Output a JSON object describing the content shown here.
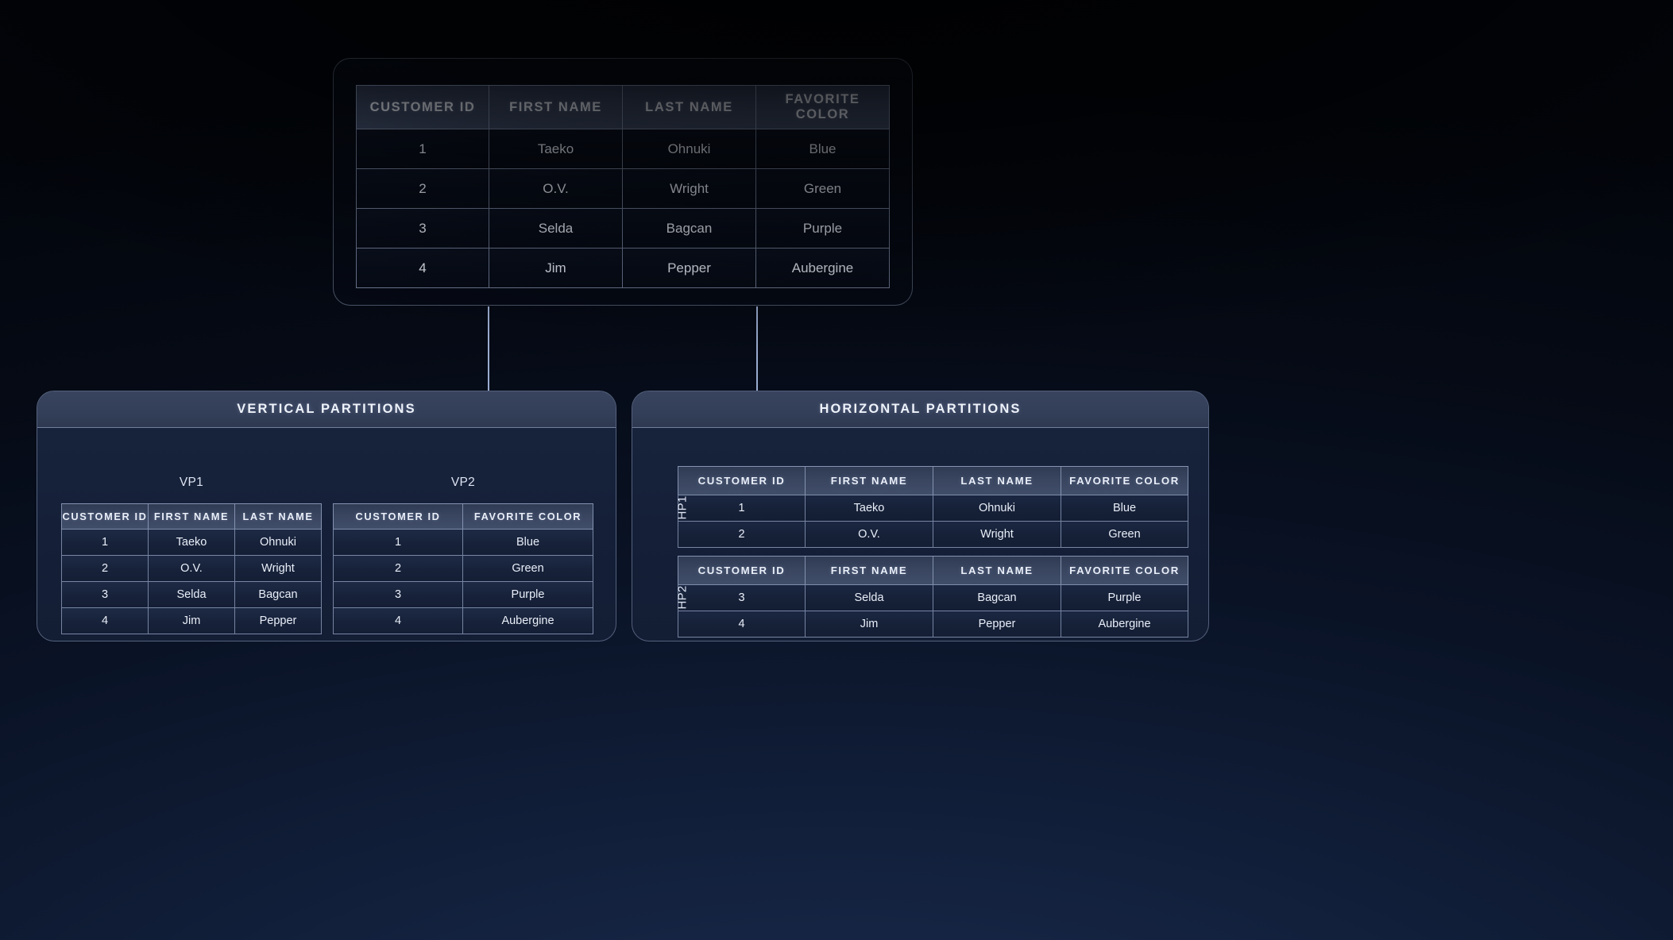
{
  "diagram": {
    "columns": [
      "CUSTOMER ID",
      "FIRST NAME",
      "LAST NAME",
      "FAVORITE COLOR"
    ],
    "source_table": {
      "headers": [
        "CUSTOMER ID",
        "FIRST NAME",
        "LAST NAME",
        "FAVORITE COLOR"
      ],
      "rows": [
        [
          "1",
          "Taeko",
          "Ohnuki",
          "Blue"
        ],
        [
          "2",
          "O.V.",
          "Wright",
          "Green"
        ],
        [
          "3",
          "Selda",
          "Bagcan",
          "Purple"
        ],
        [
          "4",
          "Jim",
          "Pepper",
          "Aubergine"
        ]
      ]
    },
    "vertical": {
      "title": "VERTICAL PARTITIONS",
      "partitions": [
        {
          "name": "VP1",
          "headers": [
            "CUSTOMER ID",
            "FIRST NAME",
            "LAST NAME"
          ],
          "rows": [
            [
              "1",
              "Taeko",
              "Ohnuki"
            ],
            [
              "2",
              "O.V.",
              "Wright"
            ],
            [
              "3",
              "Selda",
              "Bagcan"
            ],
            [
              "4",
              "Jim",
              "Pepper"
            ]
          ]
        },
        {
          "name": "VP2",
          "headers": [
            "CUSTOMER ID",
            "FAVORITE COLOR"
          ],
          "rows": [
            [
              "1",
              "Blue"
            ],
            [
              "2",
              "Green"
            ],
            [
              "3",
              "Purple"
            ],
            [
              "4",
              "Aubergine"
            ]
          ]
        }
      ]
    },
    "horizontal": {
      "title": "HORIZONTAL PARTITIONS",
      "partitions": [
        {
          "name": "HP1",
          "headers": [
            "CUSTOMER ID",
            "FIRST NAME",
            "LAST NAME",
            "FAVORITE COLOR"
          ],
          "rows": [
            [
              "1",
              "Taeko",
              "Ohnuki",
              "Blue"
            ],
            [
              "2",
              "O.V.",
              "Wright",
              "Green"
            ]
          ]
        },
        {
          "name": "HP2",
          "headers": [
            "CUSTOMER ID",
            "FIRST NAME",
            "LAST NAME",
            "FAVORITE COLOR"
          ],
          "rows": [
            [
              "3",
              "Selda",
              "Bagcan",
              "Purple"
            ],
            [
              "4",
              "Jim",
              "Pepper",
              "Aubergine"
            ]
          ]
        }
      ]
    },
    "connectors": {
      "arrow_color": "#b4c2e0",
      "line_color": "#9aabcf"
    }
  }
}
